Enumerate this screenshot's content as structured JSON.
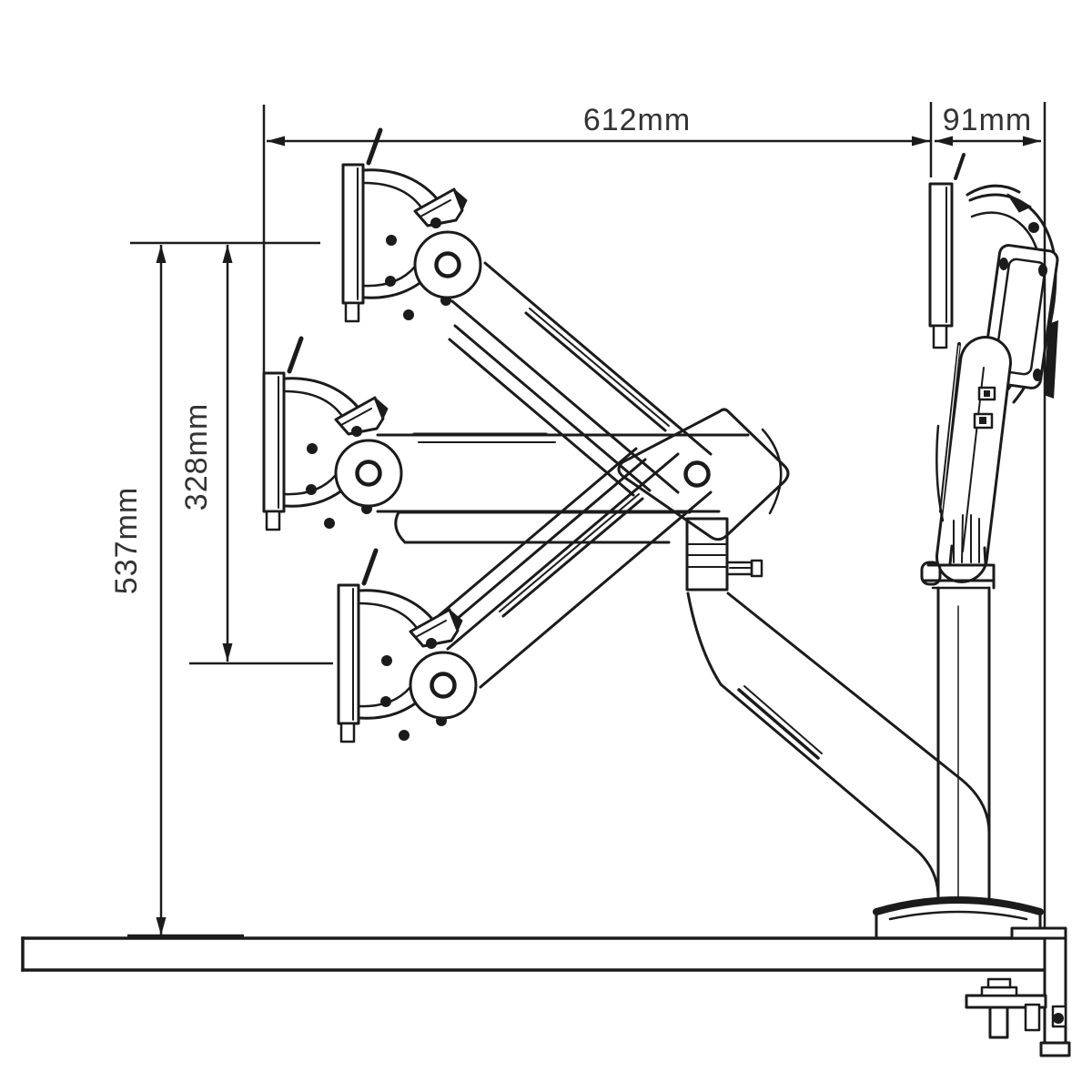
{
  "colors": {
    "line": "#1b1b1b",
    "background": "#ffffff",
    "label_text": "#333333"
  },
  "dimensions": {
    "horizontal_reach": {
      "label": "612mm",
      "orientation": "horizontal"
    },
    "folded_depth": {
      "label": "91mm",
      "orientation": "horizontal"
    },
    "max_height": {
      "label": "537mm",
      "orientation": "vertical"
    },
    "lift_range": {
      "label": "328mm",
      "orientation": "vertical"
    }
  }
}
